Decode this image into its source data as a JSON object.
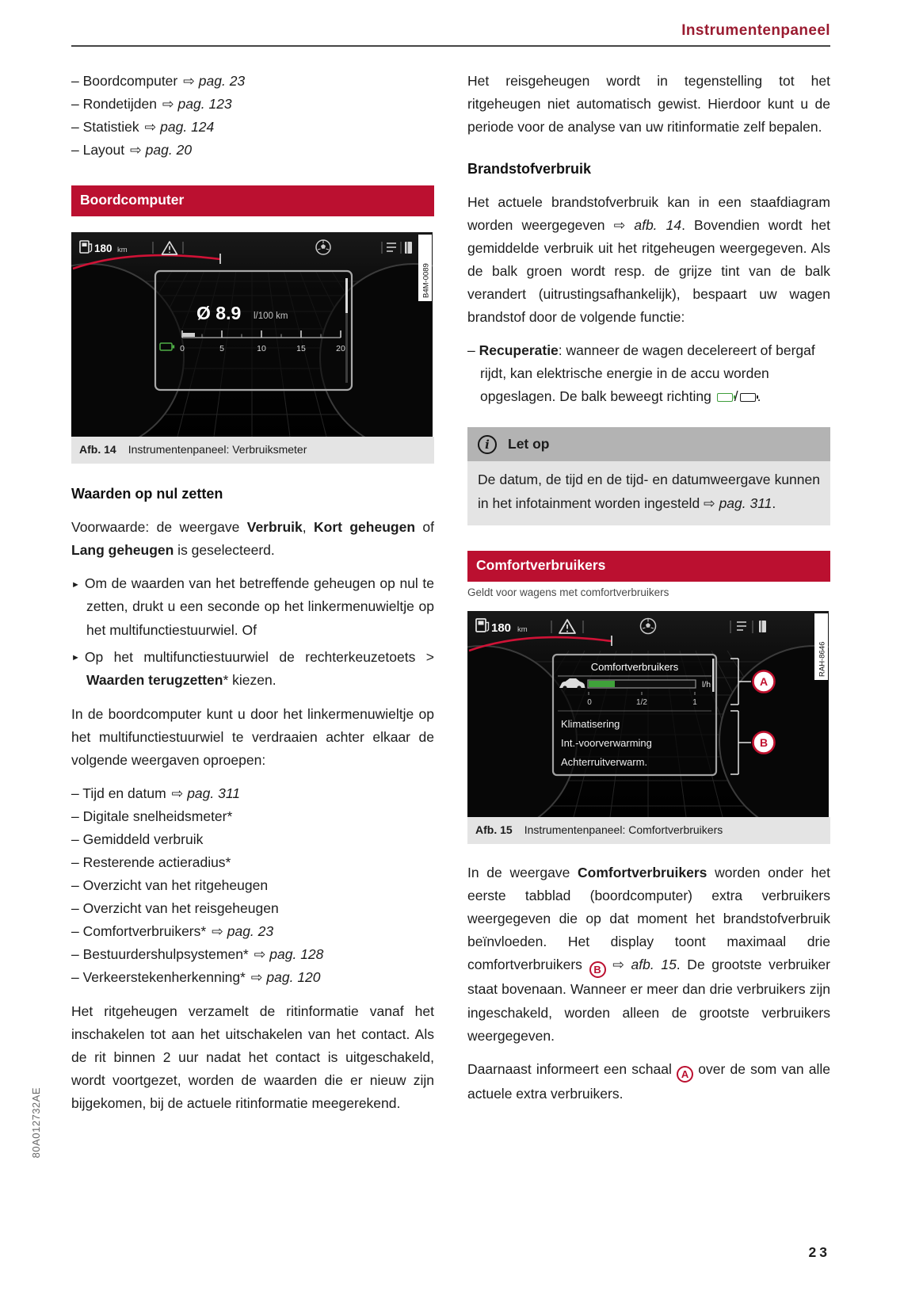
{
  "header": {
    "title": "Instrumentenpaneel",
    "page_number": "23",
    "spine_code": "80A012732AE"
  },
  "left": {
    "toc": [
      {
        "label": "– Boordcomputer ",
        "arrow": "⇨",
        "ref": "pag. 23"
      },
      {
        "label": "– Rondetijden ",
        "arrow": "⇨",
        "ref": "pag. 123"
      },
      {
        "label": "– Statistiek ",
        "arrow": "⇨",
        "ref": "pag. 124"
      },
      {
        "label": "– Layout ",
        "arrow": "⇨",
        "ref": "pag. 20"
      }
    ],
    "banner": "Boordcomputer",
    "fig14": {
      "range": "180",
      "range_unit": "km",
      "code": "B4M-0089",
      "value": "Ø 8.9",
      "value_unit": "l/100 km",
      "scale": [
        "0",
        "5",
        "10",
        "15",
        "20"
      ],
      "caption_label": "Afb. 14",
      "caption_text": "Instrumentenpaneel: Verbruiksmeter"
    },
    "heading_reset": "Waarden op nul zetten",
    "voorwaarde": [
      "Voorwaarde: de weergave ",
      "Verbruik",
      ", ",
      "Kort geheugen",
      " of ",
      "Lang geheugen",
      " is geselecteerd."
    ],
    "bullet_glyph": "►",
    "bullet1": "Om de waarden van het betreffende geheugen op nul te zetten, drukt u een seconde op het linkermenuwieltje op het multifunctiestuurwiel. Of",
    "bullet2": [
      "Op het multifunctiestuurwiel de rechterkeuzetoets > ",
      "Waarden terugzetten",
      "* kiezen."
    ],
    "intro_list": "In de boordcomputer kunt u door het linkermenuwieltje op het multifunctiestuurwiel te verdraaien achter elkaar de volgende weergaven oproepen:",
    "weergaven": [
      {
        "label": "– Tijd en datum ",
        "arrow": "⇨",
        "ref": "pag. 311"
      },
      {
        "label": "– Digitale snelheidsmeter*"
      },
      {
        "label": "– Gemiddeld verbruik"
      },
      {
        "label": "– Resterende actieradius*"
      },
      {
        "label": "– Overzicht van het ritgeheugen"
      },
      {
        "label": "– Overzicht van het reisgeheugen"
      },
      {
        "label": "– Comfortverbruikers* ",
        "arrow": "⇨",
        "ref": "pag. 23"
      },
      {
        "label": "– Bestuurdershulpsystemen* ",
        "arrow": "⇨",
        "ref": "pag. 128"
      },
      {
        "label": "– Verkeerstekenherkenning* ",
        "arrow": "⇨",
        "ref": "pag. 120"
      }
    ],
    "ritgeheugen": "Het ritgeheugen verzamelt de ritinformatie vanaf het inschakelen tot aan het uitschakelen van het contact. Als de rit binnen 2 uur nadat het contact is uitgeschakeld, wordt voortgezet, worden de waarden die er nieuw zijn bijgekomen, bij de actuele ritinformatie meegerekend."
  },
  "right": {
    "reisgeheugen": "Het reisgeheugen wordt in tegenstelling tot het ritgeheugen niet automatisch gewist. Hierdoor kunt u de periode voor de analyse van uw ritinformatie zelf bepalen.",
    "heading_brandstof": "Brandstofverbruik",
    "brandstof": [
      "Het actuele brandstofverbruik kan in een staafdiagram worden weergegeven ⇨ ",
      "afb. 14",
      ". Bovendien wordt het gemiddelde verbruik uit het ritgeheugen weergegeven. Als de balk groen wordt resp. de grijze tint van de balk verandert (uitrustingsafhankelijk), bespaart uw wagen brandstof door de volgende functie:"
    ],
    "recuperatie": [
      "– ",
      "Recuperatie",
      ": wanneer de wagen decelereert of bergaf rijdt, kan elektrische energie in de accu worden opgeslagen. De balk beweegt richting ",
      "/",
      "."
    ],
    "letop_title": "Let op",
    "letop_icon": "i",
    "letop_body": [
      "De datum, de tijd en de tijd- en datumweergave kunnen in het infotainment worden ingesteld ⇨ ",
      "pag. 311",
      "."
    ],
    "banner2": "Comfortverbruikers",
    "banner2_sub": "Geldt voor wagens met comfortverbruikers",
    "fig15": {
      "range": "180",
      "range_unit": "km",
      "code": "RAH-8646",
      "panel_title": "Comfortverbruikers",
      "bar_unit": "l/h",
      "scale": [
        "0",
        "1/2",
        "1"
      ],
      "items": [
        "Klimatisering",
        "Int.-voorverwarming",
        "Achterruitverwarm."
      ],
      "label_a": "A",
      "label_b": "B",
      "caption_label": "Afb. 15",
      "caption_text": "Instrumentenpaneel: Comfortverbruikers"
    },
    "comfort_par": [
      "In de weergave ",
      "Comfortverbruikers",
      " worden onder het eerste tabblad (boordcomputer) extra verbruikers weergegeven die op dat moment het brandstofverbruik beïnvloeden. Het display toont maximaal drie comfortverbruikers ",
      "B",
      " ⇨ ",
      "afb. 15",
      ". De grootste verbruiker staat bovenaan. Wanneer er meer dan drie verbruikers zijn ingeschakeld, worden alleen de grootste verbruikers weergegeven."
    ],
    "schaal_par": [
      "Daarnaast informeert een schaal ",
      "A",
      " over de som van alle actuele extra verbruikers."
    ]
  },
  "colors": {
    "banner_red": "#bb1030",
    "title_red": "#9a1b30",
    "accent_green": "#3f9e3c"
  }
}
